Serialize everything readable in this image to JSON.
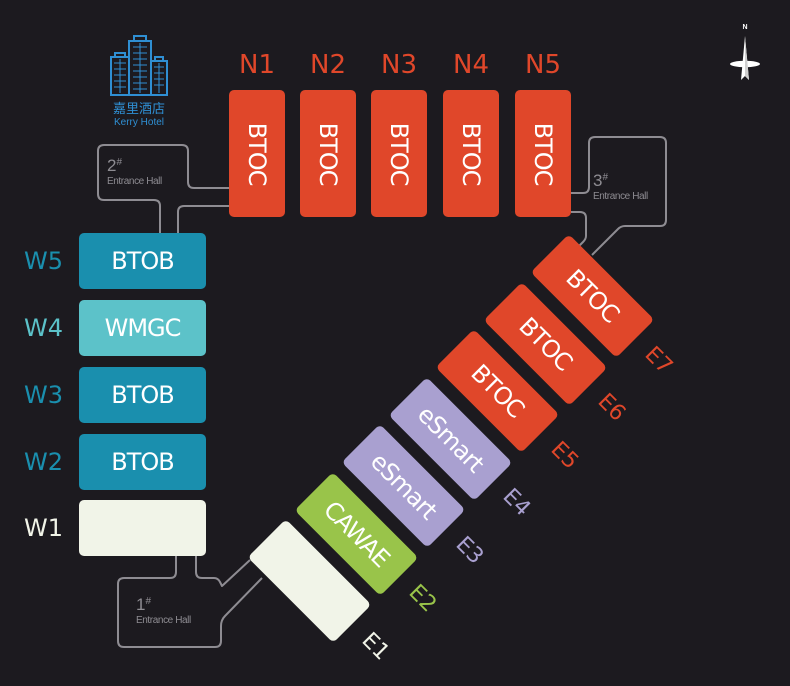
{
  "map": {
    "colors": {
      "background": "#1c1a1f",
      "btoc": "#e0472a",
      "btob": "#1a8fae",
      "wmgc": "#5cc2c9",
      "blank": "#f1f4e8",
      "esmart": "#a9a0d0",
      "cawae": "#99c44a",
      "path": "#8e8c92",
      "hotel": "#2f8fd3"
    },
    "compass": {
      "label": "N"
    },
    "hotel": {
      "name_zh": "嘉里酒店",
      "name_en": "Kerry Hotel",
      "icon": "building-icon"
    },
    "entrance_halls": [
      {
        "number": "2",
        "mark": "#",
        "label": "Entrance Hall"
      },
      {
        "number": "3",
        "mark": "#",
        "label": "Entrance Hall"
      },
      {
        "number": "1",
        "mark": "#",
        "label": "Entrance Hall"
      }
    ],
    "north_halls": [
      {
        "id": "N1",
        "zone": "BTOC"
      },
      {
        "id": "N2",
        "zone": "BTOC"
      },
      {
        "id": "N3",
        "zone": "BTOC"
      },
      {
        "id": "N4",
        "zone": "BTOC"
      },
      {
        "id": "N5",
        "zone": "BTOC"
      }
    ],
    "west_halls": [
      {
        "id": "W5",
        "zone": "BTOB",
        "label_color": "#1a8fae"
      },
      {
        "id": "W4",
        "zone": "WMGC",
        "label_color": "#5cc2c9"
      },
      {
        "id": "W3",
        "zone": "BTOB",
        "label_color": "#1a8fae"
      },
      {
        "id": "W2",
        "zone": "BTOB",
        "label_color": "#1a8fae"
      },
      {
        "id": "W1",
        "zone": "",
        "label_color": "#f1f4e8"
      }
    ],
    "east_halls": [
      {
        "id": "E1",
        "zone": "",
        "label_color": "#f1f4e8"
      },
      {
        "id": "E2",
        "zone": "CAWAE",
        "label_color": "#99c44a"
      },
      {
        "id": "E3",
        "zone": "eSmart",
        "label_color": "#a9a0d0"
      },
      {
        "id": "E4",
        "zone": "eSmart",
        "label_color": "#a9a0d0"
      },
      {
        "id": "E5",
        "zone": "BTOC",
        "label_color": "#e0472a"
      },
      {
        "id": "E6",
        "zone": "BTOC",
        "label_color": "#e0472a"
      },
      {
        "id": "E7",
        "zone": "BTOC",
        "label_color": "#e0472a"
      }
    ]
  }
}
